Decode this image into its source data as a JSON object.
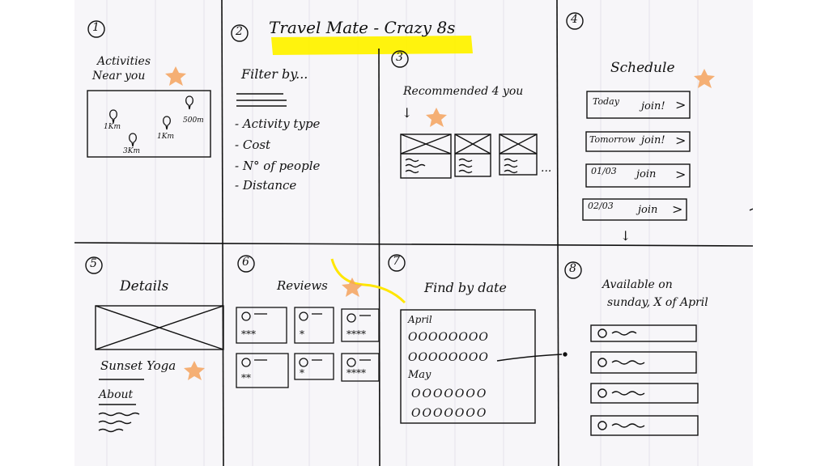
{
  "title": "Travel Mate - Crazy 8s",
  "highlight_color": "#fff200",
  "star_color": "#f5a25d",
  "panels": [
    {
      "number": "1",
      "heading_line1": "Activities",
      "heading_line2": "Near you",
      "map_markers": [
        "1Km",
        "3Km",
        "1Km",
        "500m"
      ]
    },
    {
      "number": "2",
      "heading": "Filter by...",
      "filters": [
        "- Activity type",
        "- Cost",
        "- N° of people",
        "- Distance"
      ]
    },
    {
      "number": "3",
      "heading": "Recommended 4 you",
      "arrow": "↓",
      "more": "..."
    },
    {
      "number": "4",
      "heading": "Schedule",
      "items": [
        {
          "date": "Today",
          "action": "join!"
        },
        {
          "date": "Tomorrow",
          "action": "join!"
        },
        {
          "date": "01/03",
          "action": "join"
        },
        {
          "date": "02/03",
          "action": "join"
        }
      ]
    },
    {
      "number": "5",
      "heading": "Details",
      "activity_name": "Sunset Yoga",
      "about_label": "About"
    },
    {
      "number": "6",
      "heading": "Reviews",
      "ratings": [
        "***",
        "*",
        "****",
        "**",
        "*",
        "****"
      ]
    },
    {
      "number": "7",
      "heading": "Find by date",
      "months": [
        {
          "name": "April",
          "rows": [
            "OOOOOOOO",
            "OOOOOOOO"
          ]
        },
        {
          "name": "May",
          "rows": [
            "OOOOOOO",
            "OOOOOOO"
          ]
        }
      ]
    },
    {
      "number": "8",
      "heading_line1": "Available on",
      "heading_line2": "sunday, X of April",
      "item_count": 4
    }
  ]
}
